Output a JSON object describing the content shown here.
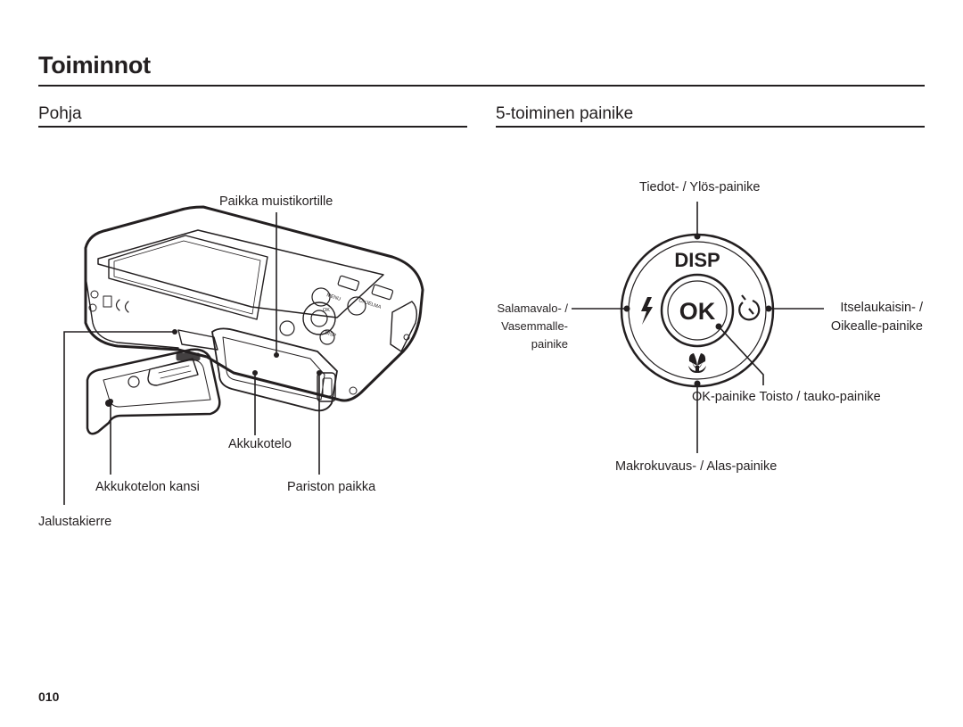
{
  "page": {
    "title": "Toiminnot",
    "page_number": "010"
  },
  "left_section": {
    "heading": "Pohja",
    "labels": {
      "memory_card_slot": "Paikka muistikortille",
      "battery_compartment": "Akkukotelo",
      "battery_cover": "Akkukotelon kansi",
      "battery_slot": "Pariston paikka",
      "tripod_socket": "Jalustakierre"
    },
    "camera_button_labels": {
      "disp": "DISP",
      "ok": "OK",
      "menu": "MENU",
      "ohjelma": "OHJELMA",
      "s": "S"
    }
  },
  "right_section": {
    "heading": "5-toiminen painike",
    "labels": {
      "up": "Tiedot- / Ylös-painike",
      "left_line1": "Salamavalo- /",
      "left_line2": "Vasemmalle-",
      "left_line3": "painike",
      "right_line1": "Itselaukaisin- /",
      "right_line2": "Oikealle-painike",
      "ok": "OK-painike Toisto / tauko-painike",
      "down": "Makrokuvaus- / Alas-painike"
    },
    "dial": {
      "top_text": "DISP",
      "center_text": "OK",
      "left_icon": "flash-icon",
      "right_icon": "self-timer-icon",
      "bottom_icon": "macro-flower-icon"
    }
  }
}
